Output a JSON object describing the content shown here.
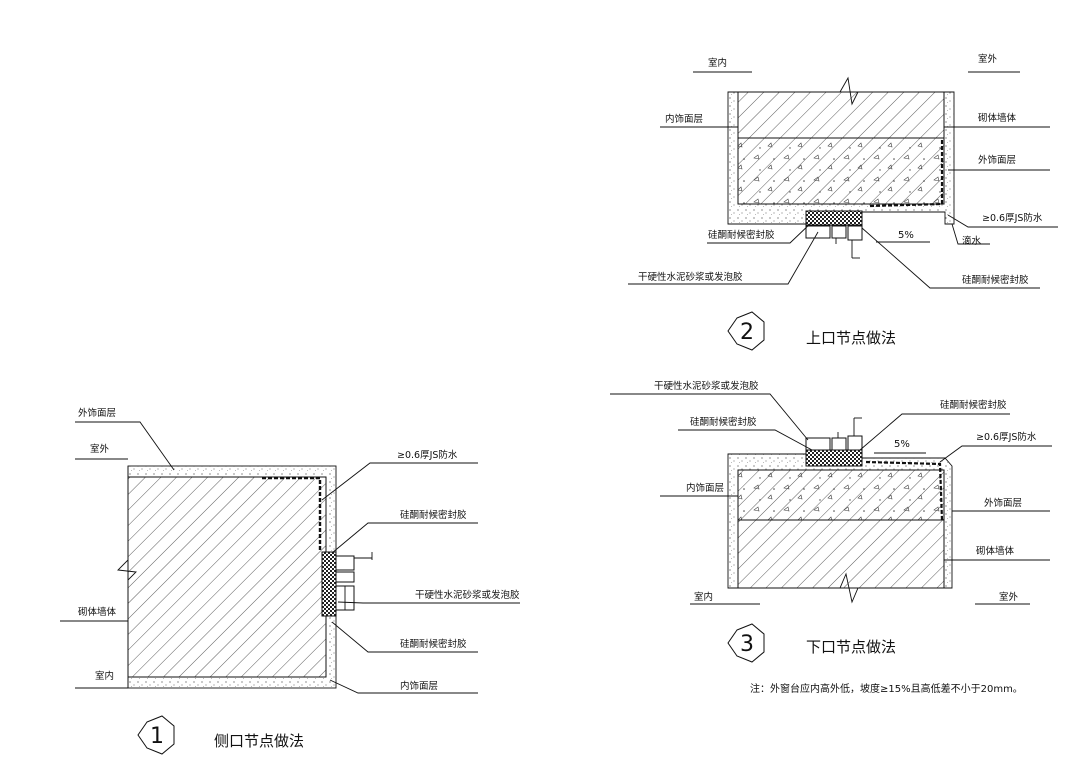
{
  "detail1": {
    "number": "1",
    "title": "侧口节点做法",
    "labels": {
      "outer_finish": "外饰面层",
      "outside": "室外",
      "waterproof": "≥0.6厚JS防水",
      "sealant_top": "硅酮耐候密封胶",
      "filler": "干硬性水泥砂浆或发泡胶",
      "sealant_bottom": "硅酮耐候密封胶",
      "masonry": "砌体墙体",
      "inside": "室内",
      "inner_finish": "内饰面层"
    }
  },
  "detail2": {
    "number": "2",
    "title": "上口节点做法",
    "labels": {
      "inside": "室内",
      "outside": "室外",
      "inner_finish": "内饰面层",
      "masonry": "砌体墙体",
      "outer_finish": "外饰面层",
      "waterproof": "≥0.6厚JS防水",
      "drip": "滴水",
      "sealant_left": "硅酮耐候密封胶",
      "filler": "干硬性水泥砂浆或发泡胶",
      "sealant_right": "硅酮耐候密封胶",
      "slope": "5%"
    }
  },
  "detail3": {
    "number": "3",
    "title": "下口节点做法",
    "labels": {
      "filler": "干硬性水泥砂浆或发泡胶",
      "sealant_left": "硅酮耐候密封胶",
      "sealant_right": "硅酮耐候密封胶",
      "slope": "5%",
      "waterproof": "≥0.6厚JS防水",
      "inner_finish": "内饰面层",
      "outer_finish": "外饰面层",
      "masonry": "砌体墙体",
      "inside": "室内",
      "outside": "室外"
    },
    "note": "注：外窗台应内高外低，坡度≥15%且高低差不小于20mm。"
  }
}
